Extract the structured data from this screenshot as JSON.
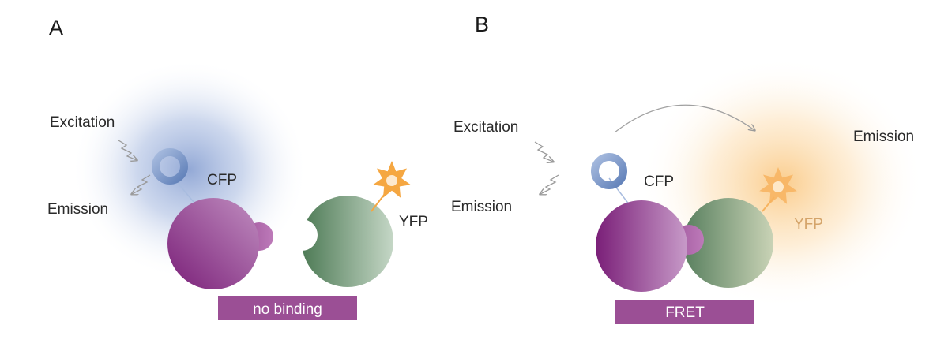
{
  "panels": [
    {
      "letter": "A",
      "excitation_label": "Excitation",
      "emission_label": "Emission",
      "donor_label": "CFP",
      "acceptor_label": "YFP",
      "state_badge": "no binding"
    },
    {
      "letter": "B",
      "excitation_label": "Excitation",
      "emission_label": "Emission",
      "donor_label": "CFP",
      "acceptor_label": "YFP",
      "acceptor_emission_label": "Emission",
      "state_badge": "FRET"
    }
  ],
  "colors": {
    "cfp_blue": "#7b96c8",
    "yfp_orange": "#f5a742",
    "protein_purple": "#7a1f78",
    "protein_green": "#4d7a55",
    "badge_purple": "#9b4f95"
  }
}
